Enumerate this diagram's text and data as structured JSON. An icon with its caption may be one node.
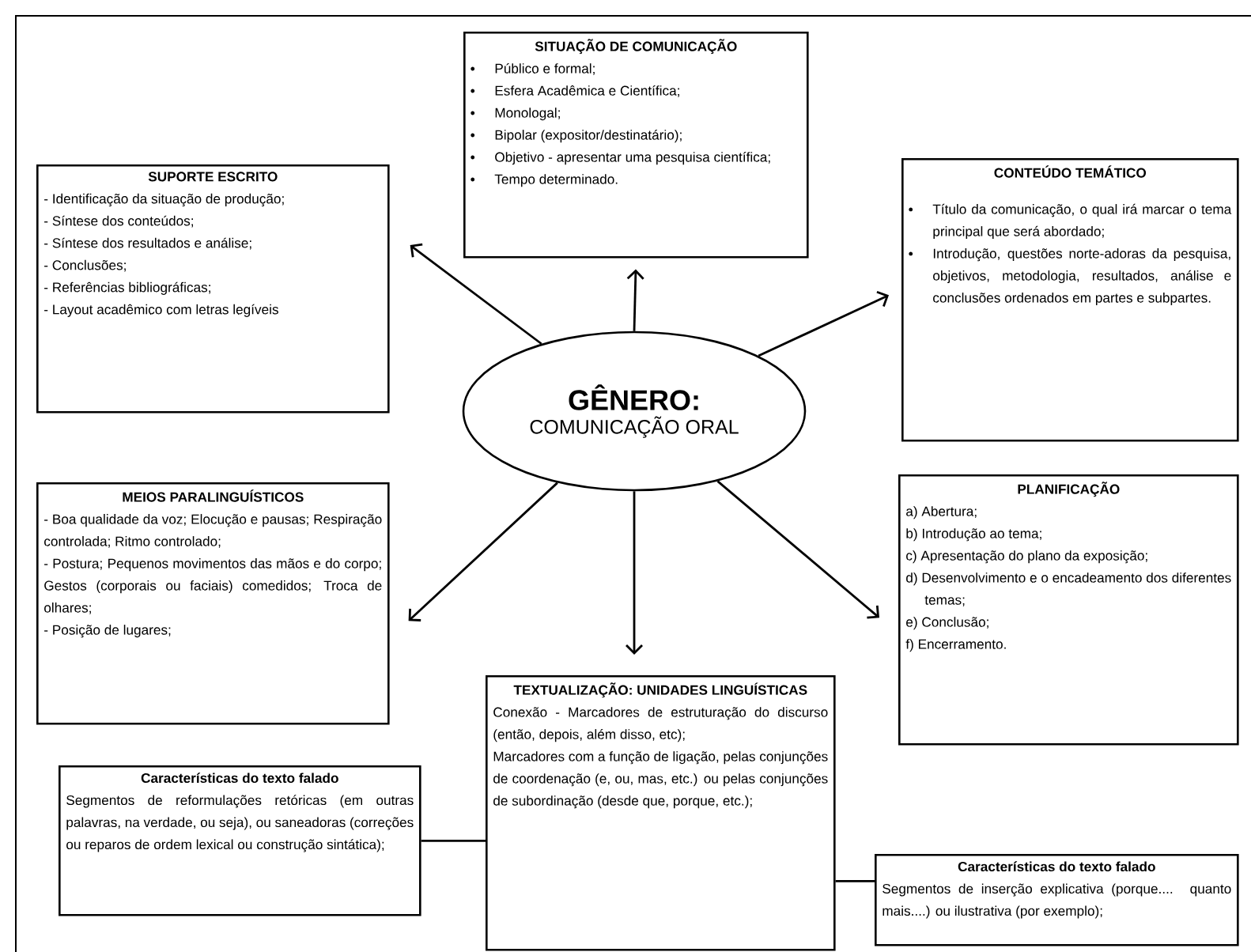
{
  "diagram": {
    "nodes": [
      {
        "text": [
          "SITUAÇÃO DE COMUNICAÇÃO",
          "Público e formal;",
          "Esfera Acadêmica e Científica;",
          "Monologal;",
          "Bipolar (expositor/destinatário);",
          "Objetivo - apresentar uma pesquisa científica;",
          "Tempo determinado."
        ]
      },
      {
        "text": [
          "SUPORTE ESCRITO",
          "- Identificação da situação de produção;",
          "- Síntese dos conteúdos;",
          "- Síntese dos resultados e análise;",
          "- Conclusões;",
          "- Referências bibliográficas;",
          "- Layout acadêmico com letras legíveis"
        ]
      },
      {
        "text": [
          "CONTEÚDO TEMÁTICO",
          "Título da comunicação, o qual irá marcar o tema principal que será abordado;",
          "Introdução, questões norte-adoras da pesquisa, objetivos, metodologia, resultados, análise e conclusões ordenados em partes e subpartes."
        ]
      },
      {
        "text": [
          "GÊNERO:",
          "COMUNICAÇÃO ORAL"
        ]
      },
      {
        "text": [
          "MEIOS PARALINGUÍSTICOS",
          "- Boa qualidade da voz; Elocução e pausas; Respiração controlada; Ritmo controlado;",
          "- Postura; Pequenos movimentos das mãos e do corpo; Gestos (corporais ou faciais) comedidos; Troca de olhares;",
          "- Posição de lugares;"
        ]
      },
      {
        "text": [
          "PLANIFICAÇÃO",
          "a) Abertura;",
          "b) Introdução ao tema;",
          "c) Apresentação do plano da exposição;",
          "d) Desenvolvimento e o encadeamento dos diferentes temas;",
          "e) Conclusão;",
          "f) Encerramento."
        ]
      },
      {
        "text": [
          "TEXTUALIZAÇÃO: UNIDADES LINGUÍSTICAS",
          "Conexão - Marcadores de estruturação do discurso (então, depois, além disso, etc);",
          "Marcadores com a função de ligação, pelas conjunções de coordenação (e, ou, mas, etc.) ou pelas conjunções de subordinação (desde que, porque, etc.);"
        ]
      },
      {
        "text": [
          "Características do texto falado",
          "Segmentos de reformulações retóricas (em outras palavras, na verdade, ou seja), ou saneadoras (correções ou reparos de ordem lexical ou construção sintática);"
        ]
      },
      {
        "text": [
          "Características do texto falado",
          "Segmentos de inserção explicativa (porque.... quanto mais....) ou ilustrativa (por exemplo);"
        ]
      }
    ],
    "edges": [
      {
        "from": 3,
        "to": 0,
        "arrow": "to"
      },
      {
        "from": 3,
        "to": 1,
        "arrow": "to"
      },
      {
        "from": 3,
        "to": 2,
        "arrow": "to"
      },
      {
        "from": 3,
        "to": 4,
        "arrow": "to"
      },
      {
        "from": 3,
        "to": 5,
        "arrow": "to"
      },
      {
        "from": 3,
        "to": 6,
        "arrow": "to"
      },
      {
        "from": 7,
        "to": 6,
        "arrow": "none"
      },
      {
        "from": 6,
        "to": 8,
        "arrow": "none"
      }
    ]
  }
}
